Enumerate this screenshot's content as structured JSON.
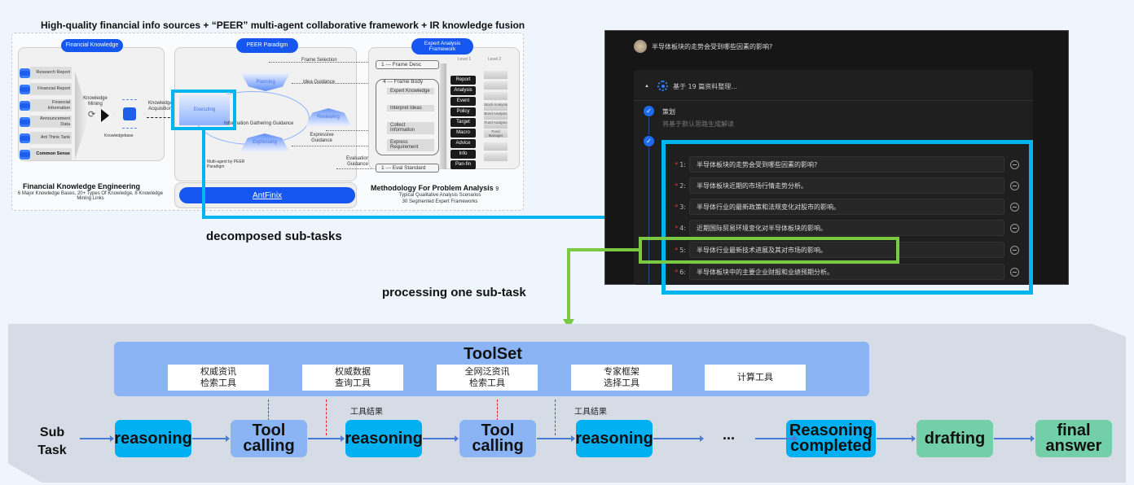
{
  "header": {
    "title": "High-quality financial info sources + “PEER” multi-agent collaborative framework + IR knowledge fusion"
  },
  "financial_knowledge": {
    "badge": "Financial Knowledge",
    "sources": [
      "Research Report",
      "Financial Report",
      "Financial Information",
      "Announcement Data",
      "Ant Think Tank",
      "Common Sense"
    ],
    "mining_label": "Knowledge Mining",
    "kb_label": "Knowledgebase",
    "acquisition_label": "Knowledge Acquisition",
    "caption_title": "Financial Knowledge Engineering",
    "caption_sub": "6 Major Knowledge Bases, 20+ Types Of Knowledge, 8 Knowledge Mining Links"
  },
  "peer": {
    "badge": "PEER Paradigm",
    "nodes": {
      "planning": "Planning",
      "executing": "Executing",
      "expressing": "Expressing",
      "reviewing": "Reviewing"
    },
    "arrows": {
      "frame_selection": "Frame Selection",
      "idea_guidance": "Idea Guidance",
      "info_gathering": "Information Gathering Guidance",
      "expressive": "Expressive Guidance",
      "evaluation": "Evaluation Guidance"
    },
    "note": "Multi-agent by PEER Paradigm",
    "brand": "AntFinix"
  },
  "expert": {
    "badge": "Expert Analysis Framework",
    "frame_desc": "1 --- Frame Desc",
    "frame_body": "4 --- Frame Body",
    "body_items": [
      "Expert Knowledge",
      "Interpret Ideas",
      "Collect Information",
      "Express Requirement"
    ],
    "eval_standard": "1 --- Eval Standard",
    "level1_header": "Level 1",
    "level2_header": "Level 2",
    "level1": [
      "Report",
      "Analysis",
      "Event",
      "Policy",
      "Target",
      "Macro",
      "Advice",
      "Info",
      "Pan-fin"
    ],
    "level2": [
      "",
      "",
      "",
      "Stock Analysis",
      "Bond Analysis",
      "Fund Analysis",
      "Fund Manager",
      "",
      ""
    ],
    "caption_title": "Methodology For Problem Analysis",
    "caption_num": "9",
    "caption_sub1": "Typical Qualitative Analysis Scenarios",
    "caption_sub2": "30 Segmented Expert Frameworks"
  },
  "labels": {
    "decomposed": "decomposed sub-tasks",
    "processing": "processing one sub-task"
  },
  "chat": {
    "question": "半导体板块的走势会受到哪些因素的影响?",
    "status": "基于 19 篇资料整理...",
    "step1_title": "策划",
    "step1_desc": "将基于默认思路生成解读",
    "subtasks": [
      {
        "num": "1",
        "text": "半导体板块的走势会受到哪些因素的影响?"
      },
      {
        "num": "2",
        "text": "半导体板块近期的市场行情走势分析。"
      },
      {
        "num": "3",
        "text": "半导体行业的最新政策和法规变化对股市的影响。"
      },
      {
        "num": "4",
        "text": "近期国际贸易环境变化对半导体板块的影响。"
      },
      {
        "num": "5",
        "text": "半导体行业最新技术进展及其对市场的影响。"
      },
      {
        "num": "6",
        "text": "半导体板块中的主要企业财报和业绩预期分析。"
      }
    ],
    "colors": {
      "highlight_all": "#00b4f0",
      "highlight_one": "#7ac943"
    }
  },
  "flow": {
    "toolset_title": "ToolSet",
    "tools": [
      "权威资讯\n检索工具",
      "权威数据\n查询工具",
      "全网泛资讯\n检索工具",
      "专家框架\n选择工具",
      "计算工具"
    ],
    "tool_result": "工具结果",
    "start": "Sub\nTask",
    "steps": [
      "reasoning",
      "Tool\ncalling",
      "reasoning",
      "Tool\ncalling",
      "reasoning",
      "Reasoning\ncompleted",
      "drafting",
      "final\nanswer"
    ],
    "ellipsis": "..."
  }
}
